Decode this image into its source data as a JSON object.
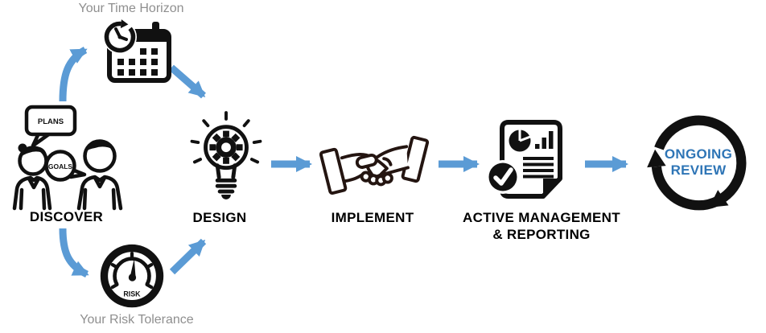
{
  "stages": {
    "discover": {
      "label": "DISCOVER",
      "bubble_plans": "PLANS",
      "bubble_goals": "GOALS"
    },
    "time_horizon": {
      "label": "Your Time Horizon"
    },
    "risk_tolerance": {
      "label": "Your Risk Tolerance",
      "gauge_text": "RISK"
    },
    "design": {
      "label": "DESIGN"
    },
    "implement": {
      "label": "IMPLEMENT"
    },
    "active_management": {
      "label_line1": "ACTIVE MANAGEMENT",
      "label_line2": "& REPORTING"
    },
    "ongoing_review": {
      "label_line1": "ONGOING",
      "label_line2": "REVIEW"
    }
  },
  "colors": {
    "arrow_blue": "#5B9BD5",
    "ongoing_text_blue": "#2E75B6",
    "muted_label_gray": "#8F8F8F",
    "icon_black": "#111111",
    "handshake_stroke": "#241511"
  }
}
